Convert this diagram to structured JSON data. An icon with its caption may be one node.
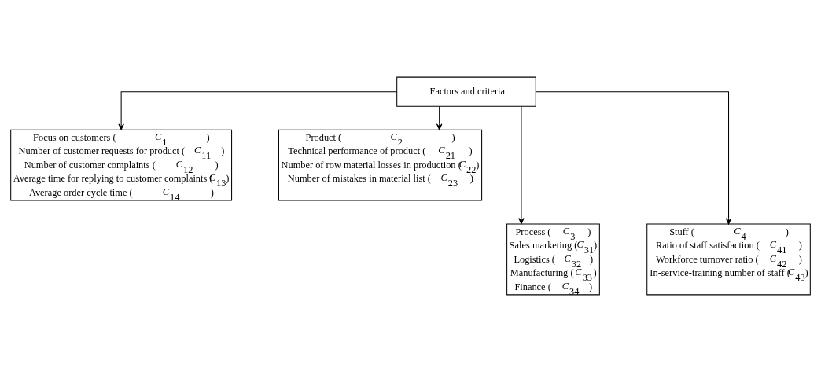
{
  "diagram": {
    "nodes": [
      {
        "text": [
          "Factors and criteria"
        ]
      },
      {
        "text": [
          "Focus on customers (*C*$_{1}$)",
          "Number of customer requests for product (*C*$_{11}$)",
          "Number of customer complaints (*C*$_{12}$)",
          "Average time for replying to customer complaints (*C*$_{13}$)",
          "Average order cycle time (*C*$_{14}$)"
        ]
      },
      {
        "text": [
          "Product (*C*$_{2}$)",
          "Technical performance of product (*C*$_{21}$)",
          "Number of row material losses in production (*C*$_{22}$)",
          "Number of mistakes in material list (*C*$_{23}$)"
        ]
      },
      {
        "text": [
          "Process (*C*$_{3}$)",
          "Sales marketing (*C*$_{31}$)",
          "Logistics (*C*$_{32}$)",
          "Manufacturing (*C*$_{33}$)",
          "Finance (*C*$_{34}$)"
        ]
      },
      {
        "text": [
          "Stuff (*C*$_{4}$)",
          "Ratio of staff satisfaction (*C*$_{41}$)",
          "Workforce turnover ratio (*C*$_{42}$)",
          "In-service-training number of staff (*C*$_{43}$)"
        ]
      }
    ],
    "edges": [
      {
        "from": 0,
        "to": 1,
        "arrow": "to"
      },
      {
        "from": 0,
        "to": 2,
        "arrow": "to"
      },
      {
        "from": 0,
        "to": 3,
        "arrow": "to"
      },
      {
        "from": 0,
        "to": 4,
        "arrow": "to"
      }
    ]
  }
}
